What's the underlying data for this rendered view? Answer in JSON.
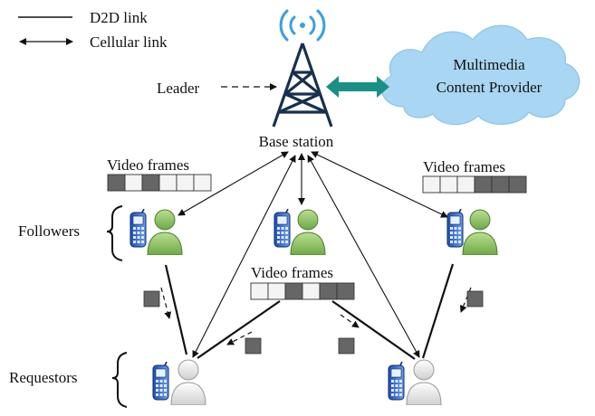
{
  "legend": {
    "d2d_label": "D2D link",
    "cellular_label": "Cellular link"
  },
  "base_station": {
    "label": "Base station",
    "leader_label": "Leader"
  },
  "provider": {
    "line1": "Multimedia",
    "line2": "Content Provider"
  },
  "groups": {
    "followers_label": "Followers",
    "requestors_label": "Requestors"
  },
  "frames": {
    "left": {
      "label": "Video frames",
      "cells": [
        "filled",
        "empty",
        "filled",
        "empty",
        "empty",
        "empty"
      ]
    },
    "right": {
      "label": "Video frames",
      "cells": [
        "empty",
        "empty",
        "empty",
        "filled",
        "filled",
        "filled"
      ]
    },
    "middle": {
      "label": "Video frames",
      "cells": [
        "empty",
        "empty",
        "filled",
        "empty",
        "filled",
        "filled"
      ]
    }
  },
  "colors": {
    "cloud": "#a9d6f2",
    "cloud_edge": "#8ec4e8",
    "bidirectional_arrow": "#1b8f86",
    "tower": "#17304f",
    "signal": "#3d9fdc",
    "frame_filled": "#666666",
    "frame_empty": "#f4f4f4",
    "follower_body": "#8fc46a",
    "requestor_body": "#e9e9e9"
  }
}
